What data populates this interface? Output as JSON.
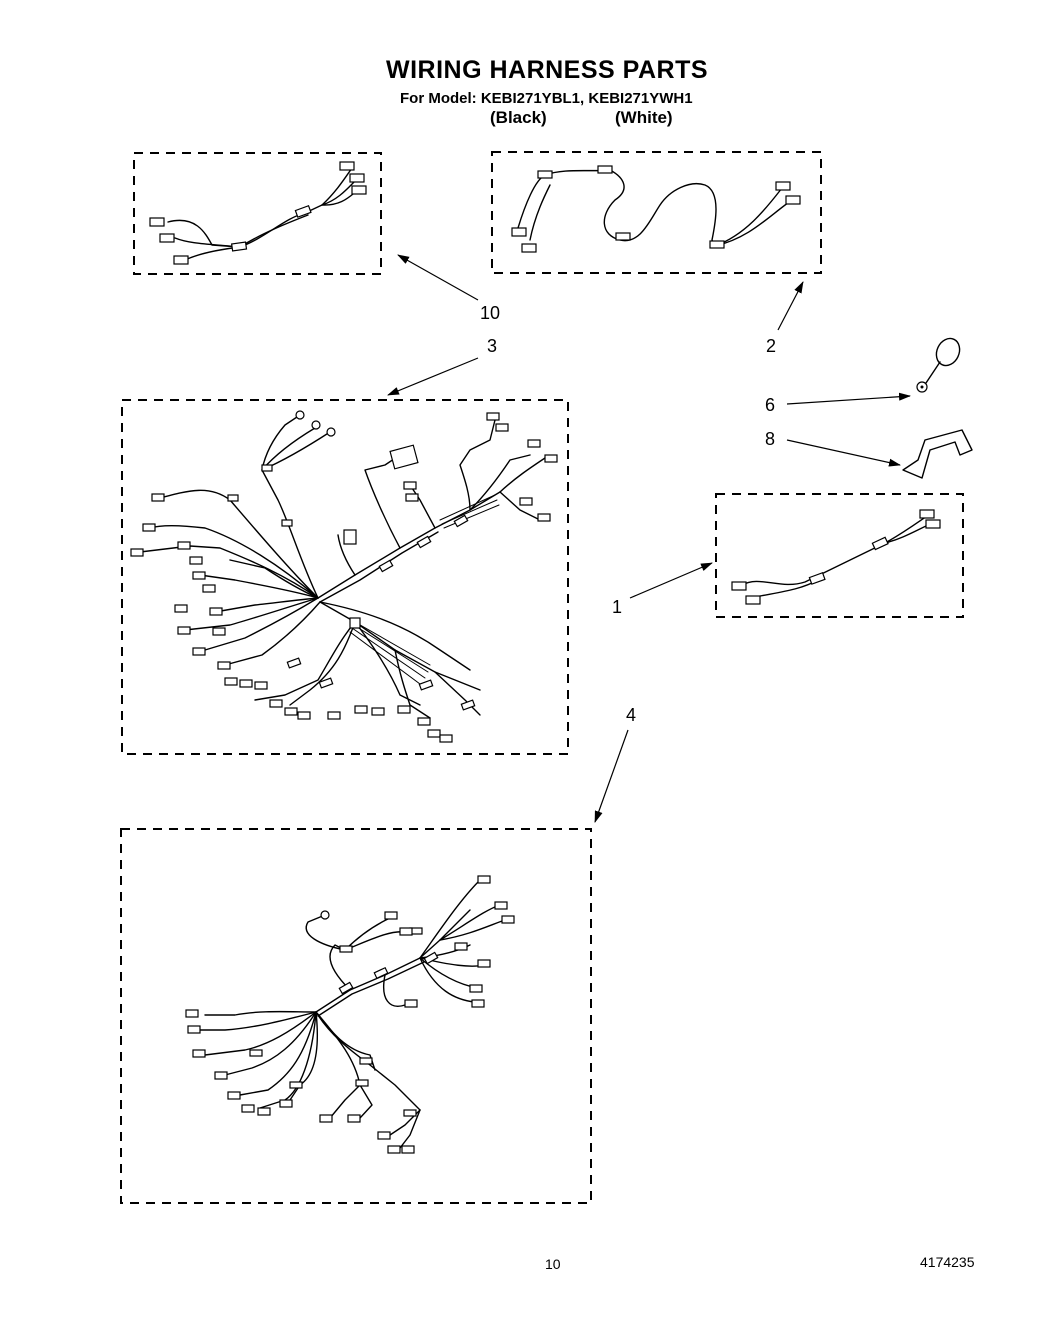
{
  "header": {
    "title": "WIRING HARNESS PARTS",
    "model_line": "For Model: KEBI271YBL1, KEBI271YWH1",
    "variant_black": "(Black)",
    "variant_white": "(White)"
  },
  "callouts": {
    "c10": "10",
    "c3": "3",
    "c2": "2",
    "c6": "6",
    "c8": "8",
    "c1": "1",
    "c4": "4"
  },
  "footer": {
    "page_number": "10",
    "doc_number": "4174235"
  }
}
